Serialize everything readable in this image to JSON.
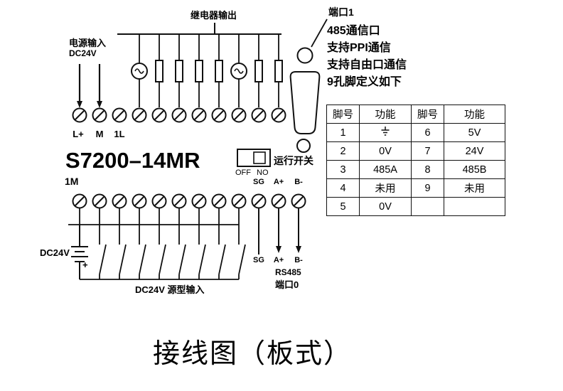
{
  "top": {
    "relay_output_label": "继电器输出",
    "power_input_line1": "电源输入",
    "power_input_line2": "DC24V"
  },
  "plc": {
    "model": "S7200–14MR",
    "terminal_labels_row1": [
      "L+",
      "M",
      "1L"
    ],
    "m1_label": "1M",
    "switch": {
      "off": "OFF",
      "no": "NO",
      "run_label": "运行开关"
    },
    "comm_labels_top": {
      "sg": "SG",
      "a_plus": "A+",
      "b_minus": "B-"
    }
  },
  "bottom": {
    "dc24v_label": "DC24V",
    "plus_sign": "+",
    "input_type_label": "DC24V 源型输入",
    "sg_label": "SG",
    "a_plus_label": "A+",
    "b_minus_label": "B-",
    "rs485_label": "RS485",
    "port0_label": "端口0"
  },
  "right_panel": {
    "port1_label": "端口1",
    "lines": [
      "485通信口",
      "支持PPI通信",
      "支持自由口通信",
      "9孔脚定义如下"
    ]
  },
  "pin_table": {
    "headers": [
      "脚号",
      "功能",
      "脚号",
      "功能"
    ],
    "pin1_icon": "earth-ground-icon",
    "rows": [
      [
        "1",
        "",
        "6",
        "5V"
      ],
      [
        "2",
        "0V",
        "7",
        "24V"
      ],
      [
        "3",
        "485A",
        "8",
        "485B"
      ],
      [
        "4",
        "未用",
        "9",
        "未用"
      ],
      [
        "5",
        "0V",
        "",
        ""
      ]
    ]
  },
  "caption": "接线图（板式）"
}
